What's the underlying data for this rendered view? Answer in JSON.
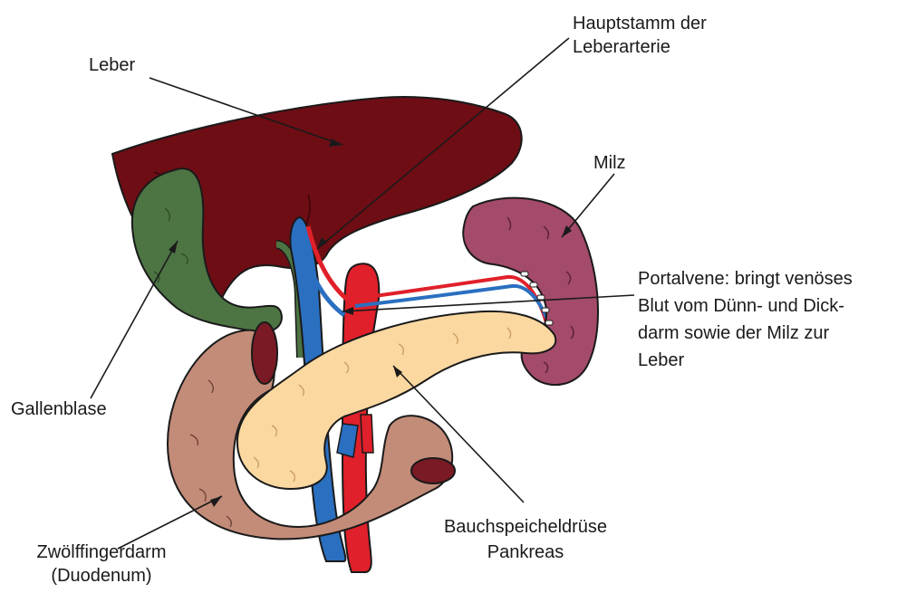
{
  "labels": {
    "leber": "Leber",
    "hauptstamm_line1": "Hauptstamm der",
    "hauptstamm_line2": "Leberarterie",
    "milz": "Milz",
    "portalvene_line1": "Portalvene: bringt venöses",
    "portalvene_line2": "Blut vom Dünn- und Dick-",
    "portalvene_line3": "darm sowie der Milz zur",
    "portalvene_line4": "Leber",
    "gallenblase": "Gallenblase",
    "zwoelffinger_line1": "Zwölffingerdarm",
    "zwoelffinger_line2": "(Duodenum)",
    "bauch_line1": "Bauchspeicheldrüse",
    "bauch_line2": "Pankreas"
  },
  "colors": {
    "liver": "#6e0d14",
    "gallbladder": "#4d7443",
    "spleen": "#a44a6a",
    "duodenum": "#c38c78",
    "pancreas": "#fbd8a0",
    "artery": "#e0202a",
    "vein": "#2a6fc0",
    "outline": "#1a1a1a"
  }
}
